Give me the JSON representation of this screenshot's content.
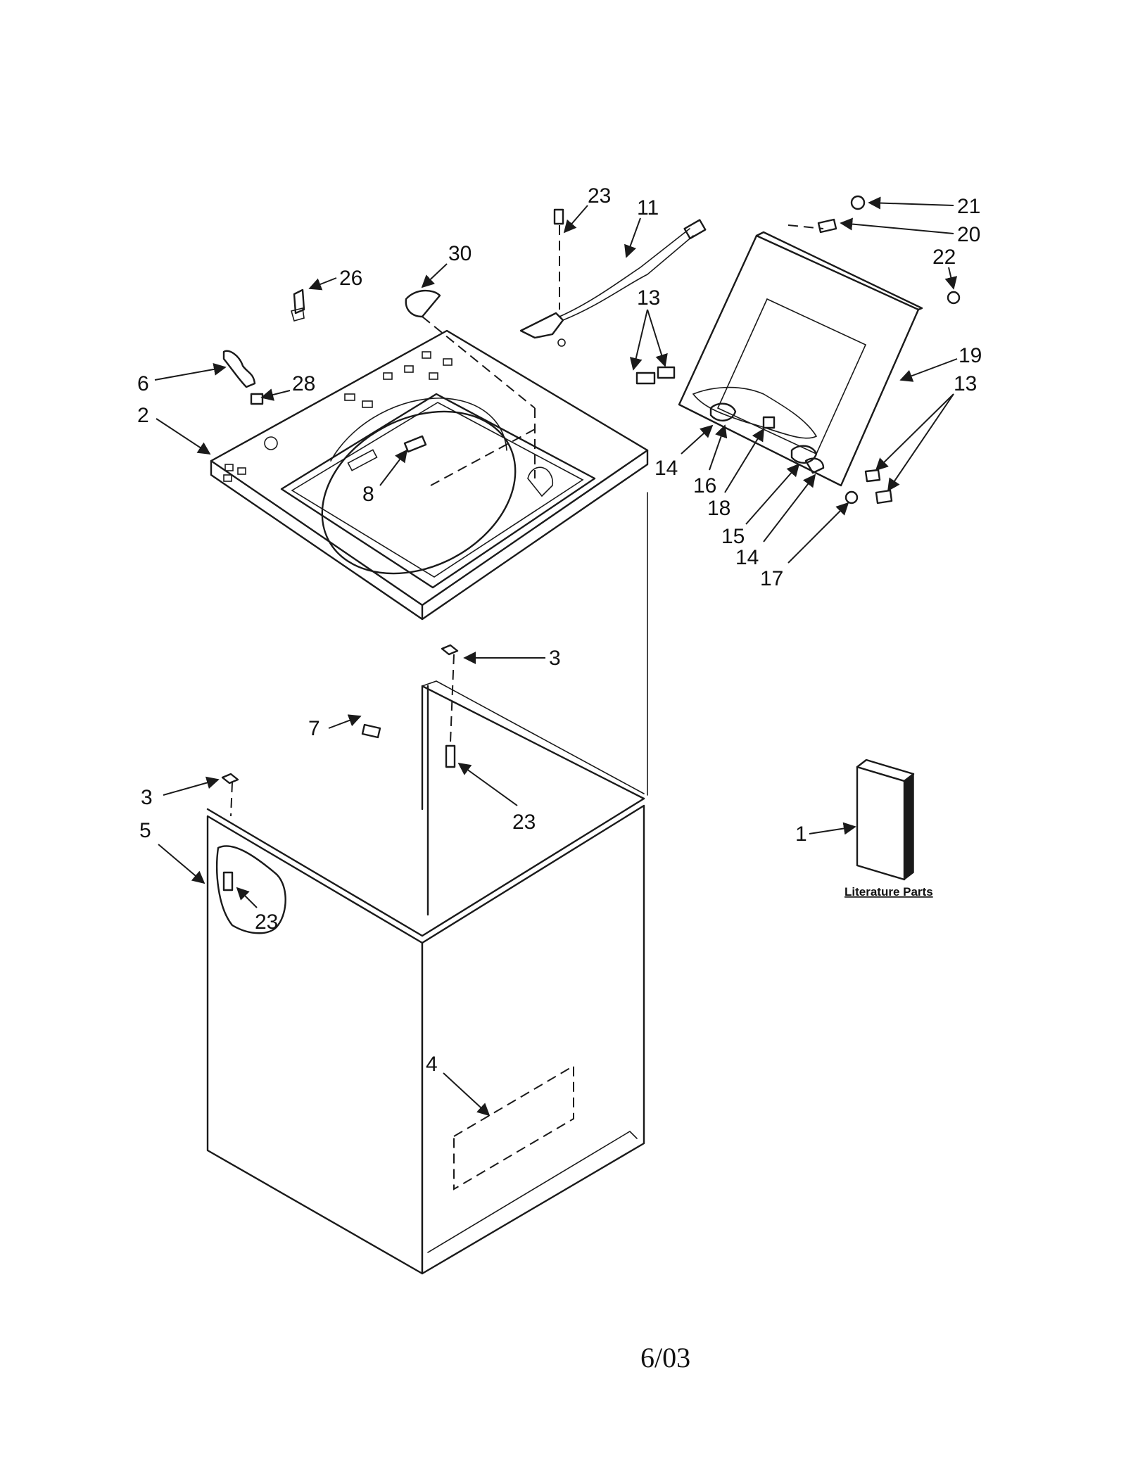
{
  "callouts": [
    {
      "id": "c23a",
      "text": "23"
    },
    {
      "id": "c11",
      "text": "11"
    },
    {
      "id": "c30",
      "text": "30"
    },
    {
      "id": "c26",
      "text": "26"
    },
    {
      "id": "c21",
      "text": "21"
    },
    {
      "id": "c20",
      "text": "20"
    },
    {
      "id": "c22",
      "text": "22"
    },
    {
      "id": "c13a",
      "text": "13"
    },
    {
      "id": "c6",
      "text": "6"
    },
    {
      "id": "c28",
      "text": "28"
    },
    {
      "id": "c2",
      "text": "2"
    },
    {
      "id": "c8",
      "text": "8"
    },
    {
      "id": "c19",
      "text": "19"
    },
    {
      "id": "c13b",
      "text": "13"
    },
    {
      "id": "c14a",
      "text": "14"
    },
    {
      "id": "c16",
      "text": "16"
    },
    {
      "id": "c18",
      "text": "18"
    },
    {
      "id": "c15",
      "text": "15"
    },
    {
      "id": "c14b",
      "text": "14"
    },
    {
      "id": "c17",
      "text": "17"
    },
    {
      "id": "c3a",
      "text": "3"
    },
    {
      "id": "c7",
      "text": "7"
    },
    {
      "id": "c23b",
      "text": "23"
    },
    {
      "id": "c3b",
      "text": "3"
    },
    {
      "id": "c5",
      "text": "5"
    },
    {
      "id": "c1",
      "text": "1"
    },
    {
      "id": "c23c",
      "text": "23"
    },
    {
      "id": "c4",
      "text": "4"
    }
  ],
  "literature_label": "Literature Parts",
  "footer_date": "6/03"
}
